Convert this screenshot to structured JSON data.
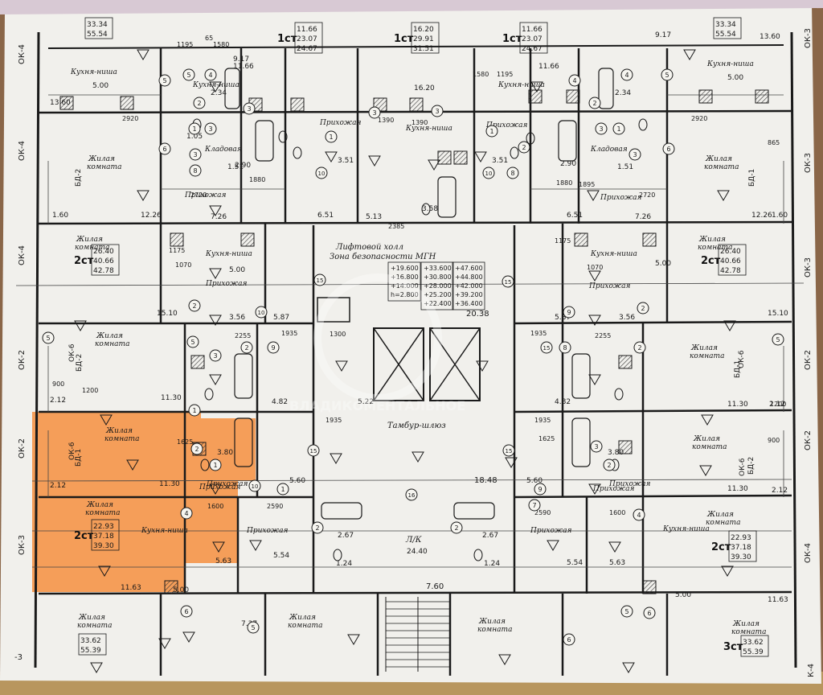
{
  "axes": {
    "left": [
      "ОК-4",
      "ОК-4",
      "ОК-4",
      "ОК-2",
      "ОК-2",
      "ОК-3"
    ],
    "right": [
      "ОК-3",
      "ОК-3",
      "ОК-3",
      "ОК-2",
      "ОК-2",
      "ОК-4"
    ],
    "bottom_left": "-3",
    "bottom_right": "К-4"
  },
  "rooms": [
    {
      "id": "kitchen-niche-tl",
      "label": "Кухня-ниша",
      "area": "5.00"
    },
    {
      "id": "kitchen-niche-tr",
      "label": "Кухня-ниша",
      "area": "5.00"
    },
    {
      "id": "kitchen-niche-c1",
      "label": "Кухня-ниша",
      "area": "11.66"
    },
    {
      "id": "kitchen-niche-c2",
      "label": "Кухня-ниша",
      "area": "11.66"
    },
    {
      "id": "kitchen-niche-c3",
      "label": "Кухня-ниша",
      "area": "16.20"
    },
    {
      "id": "living-tl",
      "label": "Жилая комната",
      "area": "12.26"
    },
    {
      "id": "living-tr",
      "label": "Жилая комната",
      "area": "12.26"
    },
    {
      "id": "hall-tl",
      "label": "Прихожая",
      "area": "7.26"
    },
    {
      "id": "hall-tr",
      "label": "Прихожая",
      "area": "7.26"
    },
    {
      "id": "storage-tl",
      "label": "Кладовая",
      "area": "1.51"
    },
    {
      "id": "storage-tr",
      "label": "Кладовая",
      "area": "1.51"
    },
    {
      "id": "hall-c1",
      "label": "Прихожая",
      "area": "3.51"
    },
    {
      "id": "hall-c2",
      "label": "Прихожая",
      "area": "3.51"
    },
    {
      "id": "living-ml",
      "label": "Жилая комната",
      "area": "15.10"
    },
    {
      "id": "living-mr",
      "label": "Жилая комната",
      "area": "15.10"
    },
    {
      "id": "kitchen-ml",
      "label": "Кухня-ниша",
      "area": "5.00"
    },
    {
      "id": "kitchen-mr",
      "label": "Кухня-ниша",
      "area": "5.00"
    },
    {
      "id": "hall-ml",
      "label": "Прихожая",
      "area": "3.56"
    },
    {
      "id": "hall-mr",
      "label": "Прихожая",
      "area": "3.56"
    },
    {
      "id": "living-l2",
      "label": "Жилая комната",
      "area": "11.30"
    },
    {
      "id": "living-r2",
      "label": "Жилая комната",
      "area": "11.30"
    },
    {
      "id": "living-l3",
      "label": "Жилая комната",
      "area": "11.30"
    },
    {
      "id": "living-r3",
      "label": "Жилая комната",
      "area": "11.30"
    },
    {
      "id": "hall-l3",
      "label": "Прихожая",
      "area": "3.80"
    },
    {
      "id": "hall-r3",
      "label": "Прихожая",
      "area": "3.80"
    },
    {
      "id": "living-l4",
      "label": "Жилая комната",
      "area": "11.63"
    },
    {
      "id": "living-r4",
      "label": "Жилая комната",
      "area": "11.63"
    },
    {
      "id": "kitchen-l4",
      "label": "Кухня-ниша",
      "area": "5.00"
    },
    {
      "id": "kitchen-r4",
      "label": "Кухня-ниша",
      "area": "5.00"
    },
    {
      "id": "hall-l4",
      "label": "Прихожая",
      "area": "5.63"
    },
    {
      "id": "hall-r4",
      "label": "Прихожая",
      "area": "5.63"
    },
    {
      "id": "hall-l5",
      "label": "Прихожая",
      "area": "5.54"
    },
    {
      "id": "hall-r5",
      "label": "Прихожая",
      "area": "5.54"
    },
    {
      "id": "living-b1",
      "label": "Жилая комната",
      "area": ""
    },
    {
      "id": "living-b2",
      "label": "Жилая комната",
      "area": ""
    },
    {
      "id": "living-b3",
      "label": "Жилая комната",
      "area": ""
    },
    {
      "id": "living-b4",
      "label": "Жилая комната",
      "area": ""
    }
  ],
  "center": {
    "lift_hall": "Лифтовой холл",
    "safety_zone": "Зона безопасности МГН",
    "elevations_a": [
      "+19.600",
      "+16.800",
      "+14.000",
      "h=2.800"
    ],
    "elevations_b": [
      "+33.600",
      "+30.800",
      "+28.000",
      "+25.200",
      "+22.400"
    ],
    "elevations_c": [
      "+47.600",
      "+44.800",
      "+42.000",
      "+39.200",
      "+36.400"
    ],
    "lift_area": "20.38",
    "vestibule": "Тамбур-шлюз",
    "vestibule_area": "18.48",
    "stair": "Л/К",
    "stair_area": "24.40",
    "stair_dim": "7.60"
  },
  "apartments": [
    {
      "id": "top-left",
      "type": "",
      "areas": [
        "33.34",
        "55.54"
      ]
    },
    {
      "id": "top-c1",
      "type": "1ст",
      "areas": [
        "11.66",
        "23.07",
        "24.67"
      ]
    },
    {
      "id": "top-c2",
      "type": "1ст",
      "areas": [
        "16.20",
        "29.91",
        "31.51"
      ]
    },
    {
      "id": "top-c3",
      "type": "1ст",
      "areas": [
        "11.66",
        "23.07",
        "24.67"
      ]
    },
    {
      "id": "top-right",
      "type": "",
      "areas": [
        "33.34",
        "55.54"
      ]
    },
    {
      "id": "mid-left",
      "type": "2ст",
      "areas": [
        "26.40",
        "40.66",
        "42.78"
      ]
    },
    {
      "id": "mid-right",
      "type": "2ст",
      "areas": [
        "26.40",
        "40.66",
        "42.78"
      ]
    },
    {
      "id": "low-left",
      "type": "2ст",
      "areas": [
        "22.93",
        "37.18",
        "39.30"
      ]
    },
    {
      "id": "low-right",
      "type": "2ст",
      "areas": [
        "22.93",
        "37.18",
        "39.30"
      ]
    },
    {
      "id": "bot-left",
      "type": "",
      "areas": [
        "33.62",
        "55.39"
      ]
    },
    {
      "id": "bot-right",
      "type": "3ст",
      "areas": [
        "33.62",
        "55.39"
      ]
    }
  ],
  "balconies": [
    "БД-2",
    "БД-1",
    "БД-2",
    "БД-1",
    "БД-1",
    "БД-2"
  ],
  "windows": [
    "ОК-6",
    "ОК-6",
    "ОК-6",
    "ОК-6"
  ],
  "small_areas": [
    "13.60",
    "13.60",
    "9.17",
    "9.17",
    "2.34",
    "2.34",
    "2.90",
    "2.90",
    "1.60",
    "1.60",
    "2.12",
    "2.12",
    "2.12",
    "2.12",
    "5.87",
    "5.87",
    "4.82",
    "4.82",
    "5.22",
    "5.60",
    "5.60",
    "2.67",
    "2.67",
    "1.24",
    "1.24",
    "3.58",
    "5.13",
    "6.51",
    "6.51",
    "1.05",
    "7.37"
  ],
  "dims": [
    "1195",
    "1580",
    "65",
    "1580",
    "1195",
    "2920",
    "865",
    "2920",
    "1390",
    "1390",
    "1880",
    "1880",
    "1895",
    "2385",
    "1935",
    "1935",
    "1935",
    "1935",
    "2255",
    "2255",
    "1300",
    "1070",
    "1070",
    "1175",
    "1175",
    "1600",
    "1600",
    "2590",
    "2590",
    "900",
    "900",
    "1200",
    "1200",
    "1625",
    "1625",
    "2720",
    "2720"
  ],
  "highlight_color": "#f6872f",
  "watermark": "ВЛАДИКОМЕНТАЛЬНОЕ"
}
